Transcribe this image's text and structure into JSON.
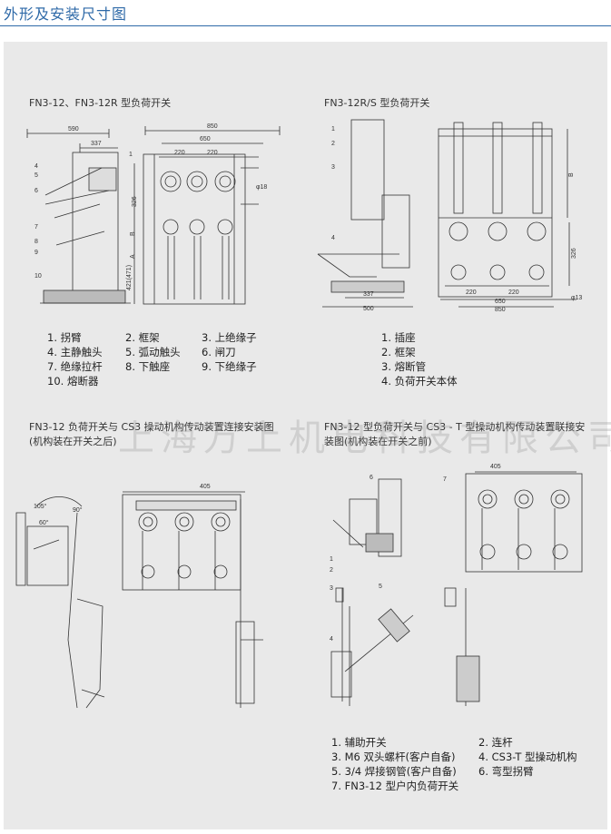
{
  "header": {
    "title": "外形及安装尺寸图"
  },
  "section_a": {
    "title": "FN3-12、FN3-12R 型负荷开关",
    "dims": {
      "d590": "590",
      "d337": "337",
      "d850": "850",
      "d650": "650",
      "d220a": "220",
      "d220b": "220",
      "d326": "326",
      "d421": "421(471)",
      "dA": "A",
      "dB": "B",
      "phi18": "φ18"
    },
    "callouts": [
      "1",
      "4",
      "5",
      "6",
      "7",
      "8",
      "9",
      "10"
    ],
    "legend": [
      [
        "1.  拐臂",
        "2.  框架",
        "3.  上绝缘子"
      ],
      [
        "4.  主静触头",
        "5.  弧动触头",
        "6.  闸刀"
      ],
      [
        "7.  绝缘拉杆",
        "8.  下触座",
        "9.  下绝缘子"
      ],
      [
        "10. 熔断器"
      ]
    ]
  },
  "section_b": {
    "title": "FN3-12R/S 型负荷开关",
    "dims": {
      "d337": "337",
      "d500": "500",
      "d220a": "220",
      "d220b": "220",
      "d650": "650",
      "d850": "850",
      "d326": "326",
      "dB": "B",
      "phi13": "φ13"
    },
    "callouts": [
      "1",
      "2",
      "3",
      "4"
    ],
    "legend": [
      "1.  插座",
      "2.  框架",
      "3.  熔断管",
      "4.  负荷开关本体"
    ]
  },
  "section_c": {
    "title_line1": "FN3-12 负荷开关与 CS3 操动机构传动装置连接安装图",
    "title_line2": "(机构装在开关之后)",
    "dims": {
      "d405": "405",
      "a105": "105°",
      "a90": "90°",
      "a60": "60°"
    }
  },
  "section_d": {
    "title_line1": "FN3-12 型负荷开关与 CS3 - T 型操动机构传动装置联接安",
    "title_line2": "装图(机构装在开关之前)",
    "dims": {
      "d405": "405"
    },
    "callouts": [
      "1",
      "2",
      "3",
      "4",
      "5",
      "6",
      "7"
    ],
    "legend": [
      [
        "1.  辅助开关",
        "2.  连杆"
      ],
      [
        "3.  M6 双头螺杆(客户自备)",
        "4.  CS3-T 型操动机构"
      ],
      [
        "5.  3/4 焊接钢管(客户自备)",
        "6.  弯型拐臂"
      ],
      [
        "7.  FN3-12 型户内负荷开关"
      ]
    ]
  },
  "watermark": "上海万上机电科技有限公司"
}
